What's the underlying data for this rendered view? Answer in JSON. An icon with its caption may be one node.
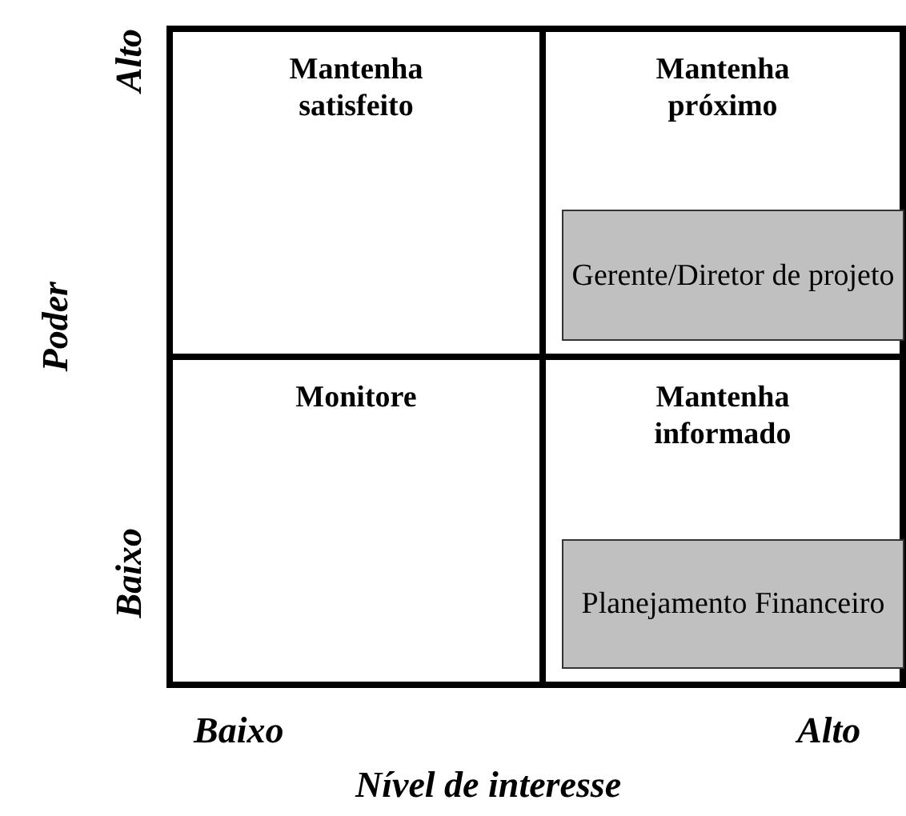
{
  "diagram": {
    "nodes": [
      {
        "text": [
          "Mantenha satisfeito"
        ]
      },
      {
        "text": [
          "Mantenha próximo"
        ]
      },
      {
        "text": [
          "Gerente/Diretor de projeto"
        ],
        "in": 1
      },
      {
        "text": [
          "Monitore"
        ]
      },
      {
        "text": [
          "Mantenha informado"
        ]
      },
      {
        "text": [
          "Planejamento Financeiro"
        ],
        "in": 4
      }
    ],
    "edges": [],
    "labels": [
      "Alto",
      "Poder",
      "Baixo",
      "Baixo",
      "Alto",
      "Nível de interesse"
    ]
  }
}
